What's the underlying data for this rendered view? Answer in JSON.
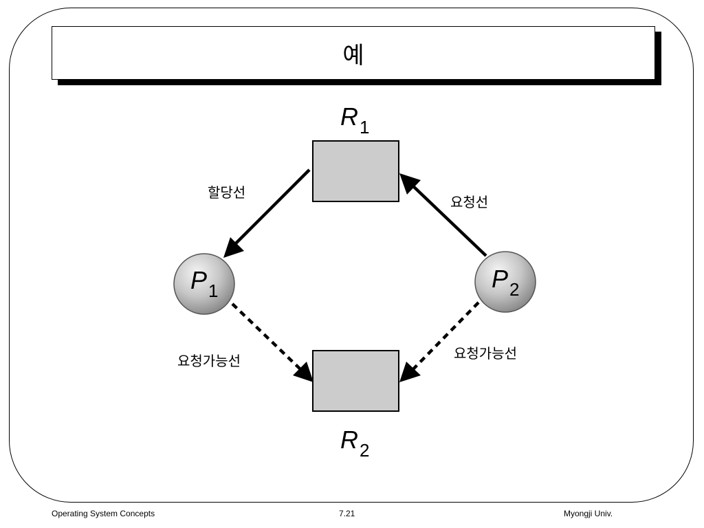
{
  "title": "예",
  "nodes": {
    "r1": {
      "label": "R",
      "sub": "1"
    },
    "r2": {
      "label": "R",
      "sub": "2"
    },
    "p1": {
      "label": "P",
      "sub": "1"
    },
    "p2": {
      "label": "P",
      "sub": "2"
    }
  },
  "edges": {
    "assignment": "할당선",
    "request": "요청선",
    "claim_left": "요청가능선",
    "claim_right": "요청가능선"
  },
  "footer": {
    "left": "Operating System Concepts",
    "center": "7.21",
    "right": "Myongji Univ."
  },
  "colors": {
    "resource_fill": "#cccccc",
    "process_fill": "#c8c8c8",
    "line": "#000000"
  }
}
